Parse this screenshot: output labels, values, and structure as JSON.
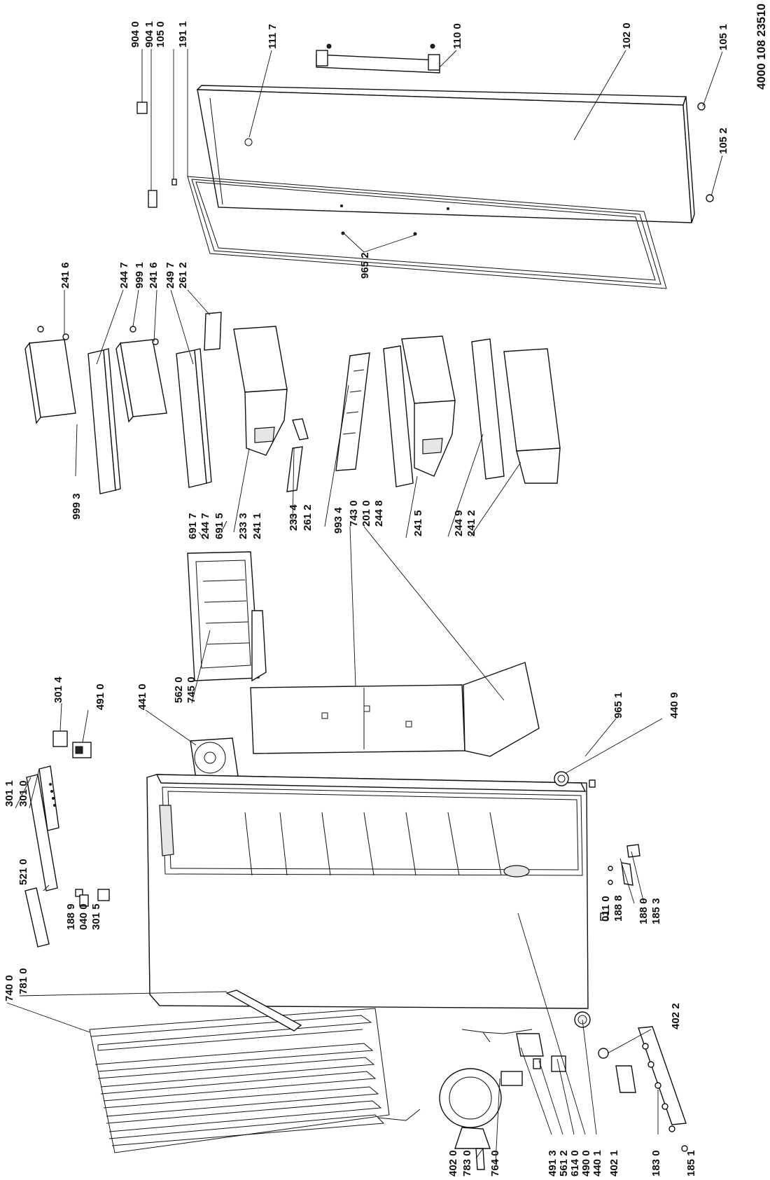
{
  "document_number": "4000 108 23510",
  "callouts": {
    "c9040": "904 0",
    "c9041": "904 1",
    "c1050": "105 0",
    "c1911": "191 1",
    "c1117": "111 7",
    "c1100": "110 0",
    "c1020": "102 0",
    "c1051": "105 1",
    "c1052": "105 2",
    "c9652": "965 2",
    "c2416a": "241 6",
    "c2447a": "244 7",
    "c9991": "999 1",
    "c2416b": "241 6",
    "c2497": "249 7",
    "c2612a": "261 2",
    "c9993": "999 3",
    "c6917": "691 7",
    "c2447b": "244 7",
    "c6915": "691 5",
    "c2333": "233 3",
    "c2411": "241 1",
    "c2334": "233 4",
    "c2612b": "261 2",
    "c9934": "993 4",
    "c7430": "743 0",
    "c2010": "201 0",
    "c2448": "244 8",
    "c2415": "241 5",
    "c2449": "244 9",
    "c2412": "241 2",
    "c3014": "301 4",
    "c4910": "491 0",
    "c4410": "441 0",
    "c5620": "562 0",
    "c7450": "745 0",
    "c9651": "965 1",
    "c4409": "440 9",
    "c3011": "301 1",
    "c3010": "301 0",
    "c5210": "521 0",
    "c7810": "781 0",
    "c7400": "740 0",
    "c1889": "188 9",
    "c0400": "040 0",
    "c3015": "301 5",
    "c0110": "011 0",
    "c1888": "188 8",
    "c1880": "188 0",
    "c1853": "185 3",
    "c4022": "402 2",
    "c4020": "402 0",
    "c7830": "783 0",
    "c7640": "764 0",
    "c4913": "491 3",
    "c5612": "561 2",
    "c6140": "614 0",
    "c4900": "490 0",
    "c4401": "440 1",
    "c4021": "402 1",
    "c1830": "183 0",
    "c1851": "185 1"
  }
}
